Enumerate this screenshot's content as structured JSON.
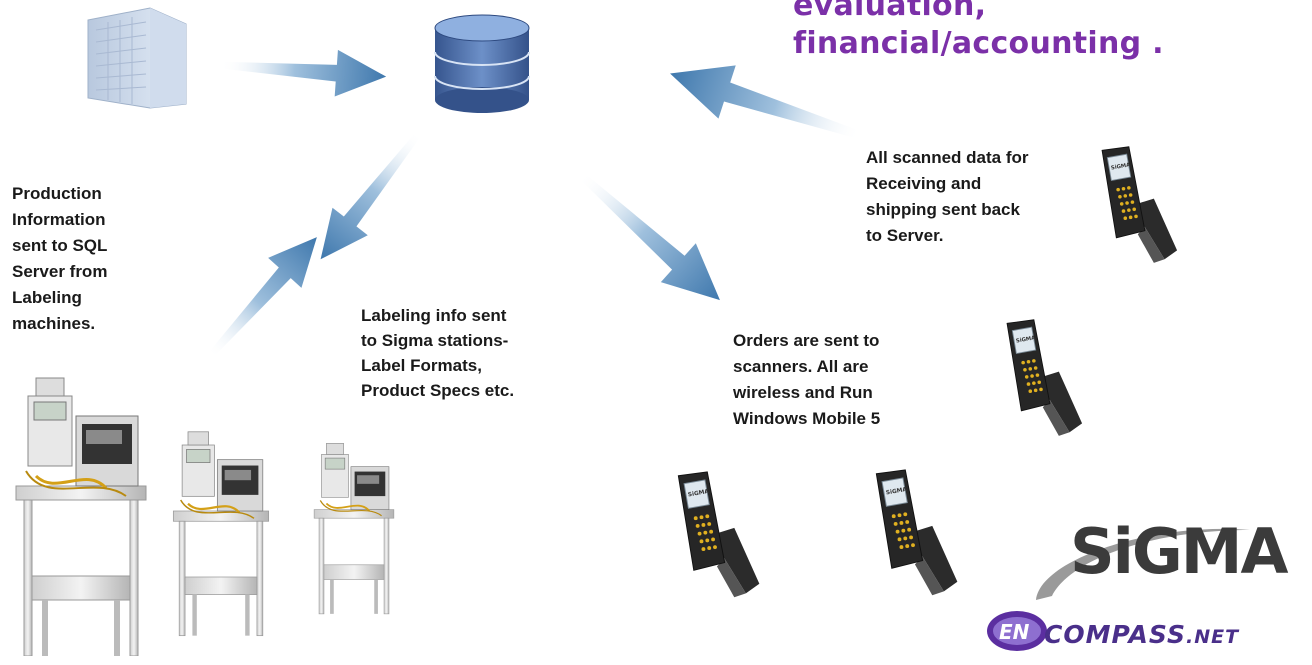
{
  "header_text": [
    "evaluation,",
    "financial/accounting ."
  ],
  "notes": {
    "production": [
      "Production",
      "Information",
      "sent to SQL",
      "Server from",
      "Labeling",
      "machines."
    ],
    "labeling": [
      "Labeling info sent",
      "to Sigma stations-",
      "Label Formats,",
      "Product Specs etc."
    ],
    "orders": [
      "Orders are sent to",
      "scanners. All are",
      "wireless and Run",
      "Windows Mobile  5"
    ],
    "scanned": [
      "All scanned data for",
      "Receiving and",
      "shipping  sent back",
      "to Server."
    ]
  },
  "logo": {
    "sigma": "SiGMA",
    "encompass_main": "COMPASS",
    "encompass_suffix": ".NET",
    "encompass_badge": "EN"
  },
  "colors": {
    "arrow": "#4f86b8",
    "accent_purple": "#7b30a8",
    "database": "#4d6fa8"
  },
  "icons": [
    "office-building-icon",
    "database-icon",
    "labeling-station-icon",
    "handheld-scanner-icon"
  ]
}
